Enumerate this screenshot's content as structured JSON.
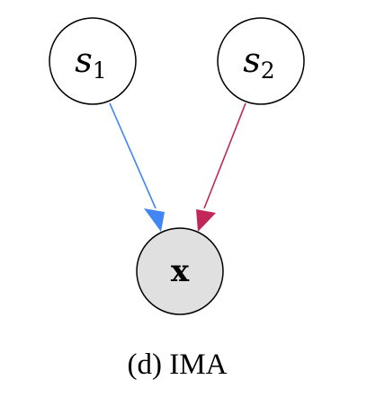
{
  "diagram": {
    "caption": "(d) IMA",
    "colors": {
      "edge_s1": "#4285f4",
      "edge_s2": "#c2275a",
      "node_stroke": "#000000",
      "source_fill": "#ffffff",
      "observed_fill": "#e0e0e0"
    },
    "nodes": [
      {
        "id": "s1",
        "symbol": "s",
        "subscript": "1",
        "observed": false
      },
      {
        "id": "s2",
        "symbol": "s",
        "subscript": "2",
        "observed": false
      },
      {
        "id": "x",
        "symbol": "x",
        "subscript": "",
        "observed": true
      }
    ],
    "edges": [
      {
        "from": "s1",
        "to": "x",
        "color": "#4285f4"
      },
      {
        "from": "s2",
        "to": "x",
        "color": "#c2275a"
      }
    ]
  }
}
